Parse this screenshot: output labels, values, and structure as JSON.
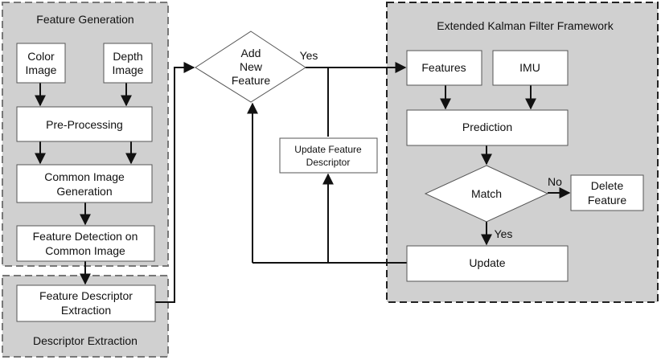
{
  "groups": {
    "feature_generation": "Feature Generation",
    "descriptor_extraction": "Descriptor Extraction",
    "ekf": "Extended Kalman Filter Framework"
  },
  "nodes": {
    "color_image": [
      "Color",
      "Image"
    ],
    "depth_image": [
      "Depth",
      "Image"
    ],
    "pre_processing": "Pre-Processing",
    "common_image_generation": [
      "Common Image",
      "Generation"
    ],
    "feature_detection": [
      "Feature Detection on",
      "Common Image"
    ],
    "feature_descriptor_extraction": [
      "Feature Descriptor",
      "Extraction"
    ],
    "add_new_feature": [
      "Add",
      "New",
      "Feature"
    ],
    "update_feature_descriptor": [
      "Update Feature",
      "Descriptor"
    ],
    "features": "Features",
    "imu": "IMU",
    "prediction": "Prediction",
    "match": "Match",
    "delete_feature": [
      "Delete",
      "Feature"
    ],
    "update": "Update"
  },
  "edge_labels": {
    "yes_add": "Yes",
    "no_match": "No",
    "yes_match": "Yes"
  },
  "colors": {
    "group_fill": "#d0d0d0",
    "node_fill": "#ffffff",
    "arrow": "#111111"
  }
}
